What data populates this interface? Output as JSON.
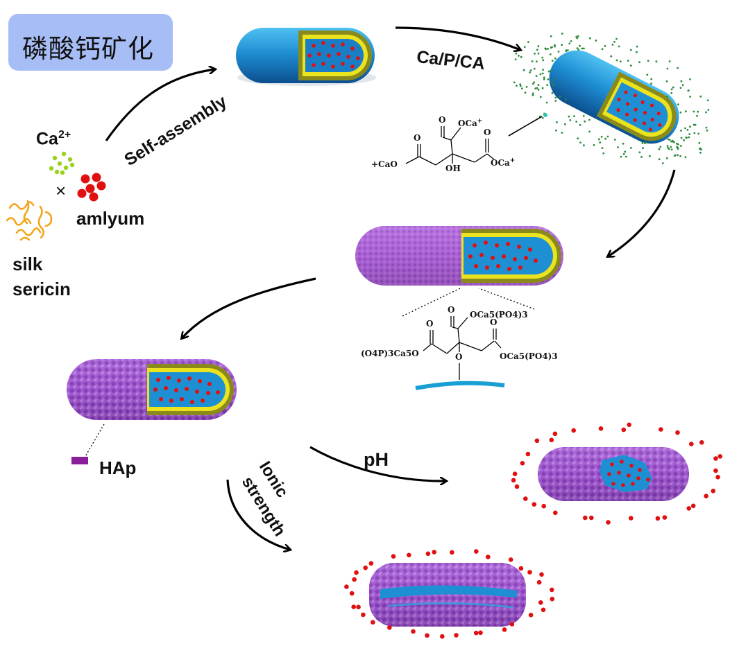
{
  "title": "磷酸钙矿化",
  "reactants": {
    "calcium": "Ca",
    "calcium_charge": "2+",
    "times": "×",
    "drug": "amlyum",
    "protein_line1": "silk",
    "protein_line2": "sericin"
  },
  "steps": {
    "self_assembly": "Self-assembly",
    "ca_p_ca": "Ca/P/CA",
    "ph": "pH",
    "ionic_line1": "Ionic",
    "ionic_line2": "strength"
  },
  "legend": {
    "hap": "HAp"
  },
  "citrate_formula": {
    "top_o": "O",
    "top_group": "OCa",
    "top_charge": "+",
    "left_o": "O",
    "left_group": "+CaO",
    "right_o": "O",
    "right_group": "OCa",
    "right_charge": "+",
    "center": "OH"
  },
  "grafted_formula": {
    "top_o": "O",
    "top_group": "OCa5(PO4)3",
    "left_o": "O",
    "left_group": "(O4P)3Ca5O",
    "right_o": "O",
    "right_group": "OCa5(PO4)3",
    "center": "O"
  },
  "colors": {
    "title_bg": "#a7bdf5",
    "capsule_blue": "#1f8fd4",
    "capsule_yellow": "#ece31f",
    "capsule_olive": "#8a8a1c",
    "drug_red": "#e01010",
    "calcium_green": "#9bd11b",
    "sericin_orange": "#f2a51c",
    "coating_purple": "#a45ad0",
    "hap_purple": "#8a1f9a",
    "ion_green": "#2c8a3a"
  }
}
